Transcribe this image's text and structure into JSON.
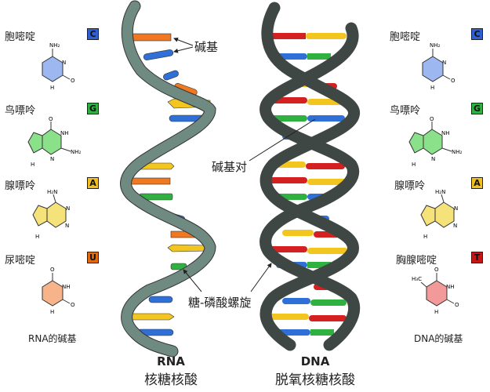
{
  "rna_panel": {
    "caption": "RNA的碱基",
    "bases": [
      {
        "name": "胞嘧啶",
        "letter": "C",
        "color": "#2f5fd0",
        "ring_color": "#9db7f0"
      },
      {
        "name": "鸟嘌呤",
        "letter": "G",
        "color": "#2fb040",
        "ring_color": "#8be08a"
      },
      {
        "name": "腺嘌呤",
        "letter": "A",
        "color": "#f0c020",
        "ring_color": "#f5e27a"
      },
      {
        "name": "尿嘧啶",
        "letter": "U",
        "color": "#e06a10",
        "ring_color": "#f7b48a"
      }
    ]
  },
  "dna_panel": {
    "caption": "DNA的碱基",
    "bases": [
      {
        "name": "胞嘧啶",
        "letter": "C",
        "color": "#2f5fd0",
        "ring_color": "#9db7f0"
      },
      {
        "name": "鸟嘌呤",
        "letter": "G",
        "color": "#2fb040",
        "ring_color": "#8be08a"
      },
      {
        "name": "腺嘌呤",
        "letter": "A",
        "color": "#f0c020",
        "ring_color": "#f5e27a"
      },
      {
        "name": "胸腺嘧啶",
        "letter": "T",
        "color": "#c41818",
        "ring_color": "#f29a9a"
      }
    ]
  },
  "annotations": {
    "base": "碱基",
    "base_pair": "碱基对",
    "backbone": "糖-磷酸螺旋"
  },
  "rna": {
    "title_en": "RNA",
    "title_zh": "核糖核酸",
    "backbone_color": "#6f8a80"
  },
  "dna": {
    "title_en": "DNA",
    "title_zh": "脱氧核糖核酸",
    "backbone_color": "#3f4744"
  },
  "chem_labels": {
    "nh2": "NH₂",
    "h2n": "H₂N",
    "n": "N",
    "nh": "NH",
    "h": "H",
    "o": "O",
    "h3c": "H₃C"
  }
}
